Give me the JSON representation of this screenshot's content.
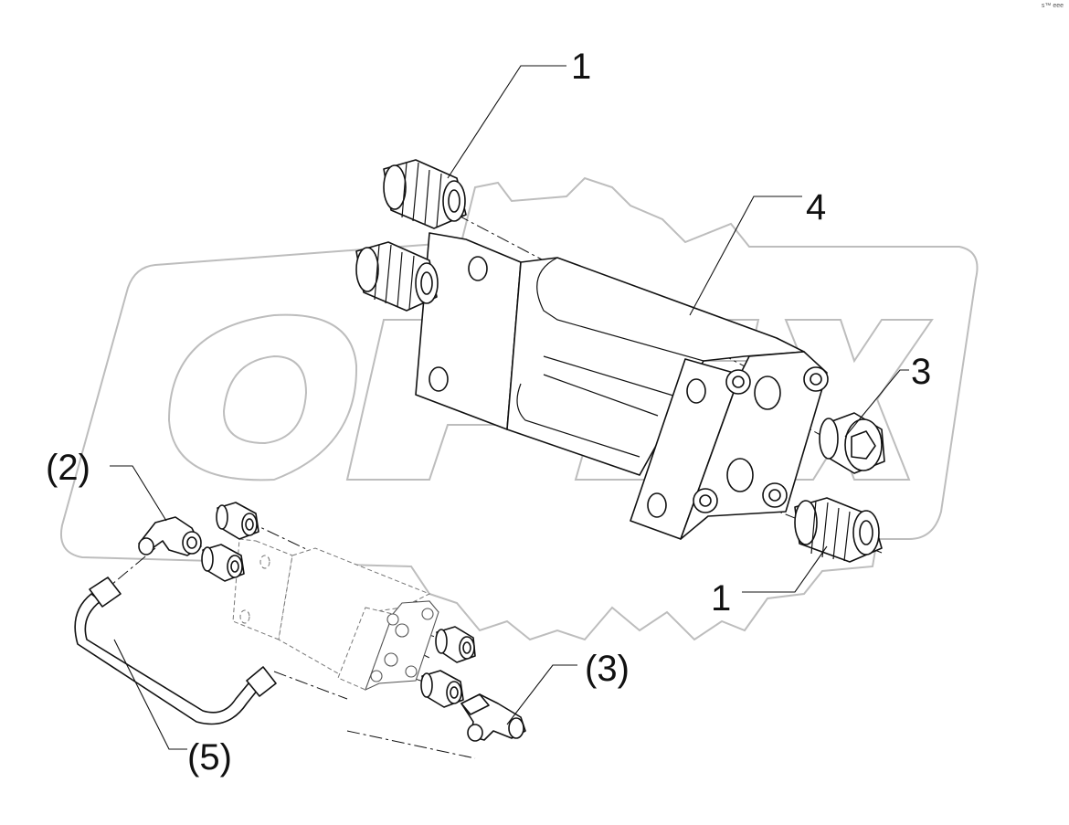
{
  "corner_mark": "s™ eee",
  "watermark": {
    "text": "OPEX",
    "color": "#bdbdbd"
  },
  "callouts": {
    "top_fitting": "1",
    "manifold_block": "4",
    "plug": "3",
    "bottom_fitting": "1",
    "elbow_ref": "(2)",
    "tee_ref": "(3)",
    "tube_ref": "(5)"
  },
  "colors": {
    "line": "#111111",
    "ghost": "#777777",
    "background": "#ffffff"
  }
}
